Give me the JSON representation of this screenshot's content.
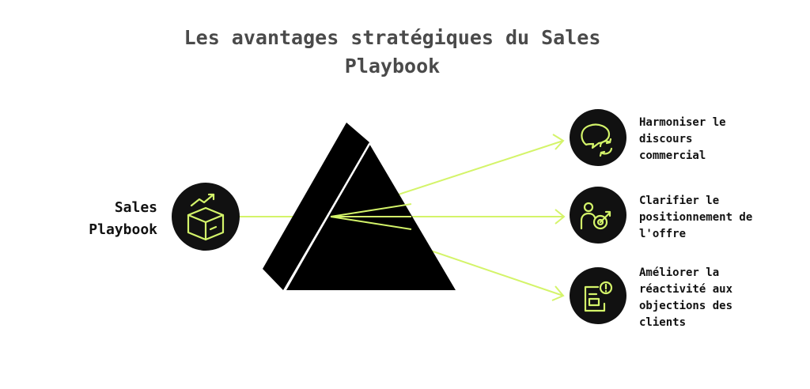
{
  "title": {
    "line1": "Les avantages stratégiques du Sales",
    "line2": "Playbook"
  },
  "source": {
    "line1": "Sales",
    "line2": "Playbook",
    "icon": "box-growth-icon"
  },
  "benefits": [
    {
      "lines": [
        "Harmoniser le",
        "discours",
        "commercial"
      ],
      "icon": "chat-refresh-icon"
    },
    {
      "lines": [
        "Clarifier le",
        "positionnement de",
        "l'offre"
      ],
      "icon": "person-target-icon"
    },
    {
      "lines": [
        "Améliorer la",
        "réactivité aux",
        "objections des",
        "clients"
      ],
      "icon": "document-alert-icon"
    }
  ],
  "colors": {
    "accent": "#d4f46a",
    "circle": "#111111",
    "prism": "#000000",
    "title": "#4a4a4a"
  }
}
